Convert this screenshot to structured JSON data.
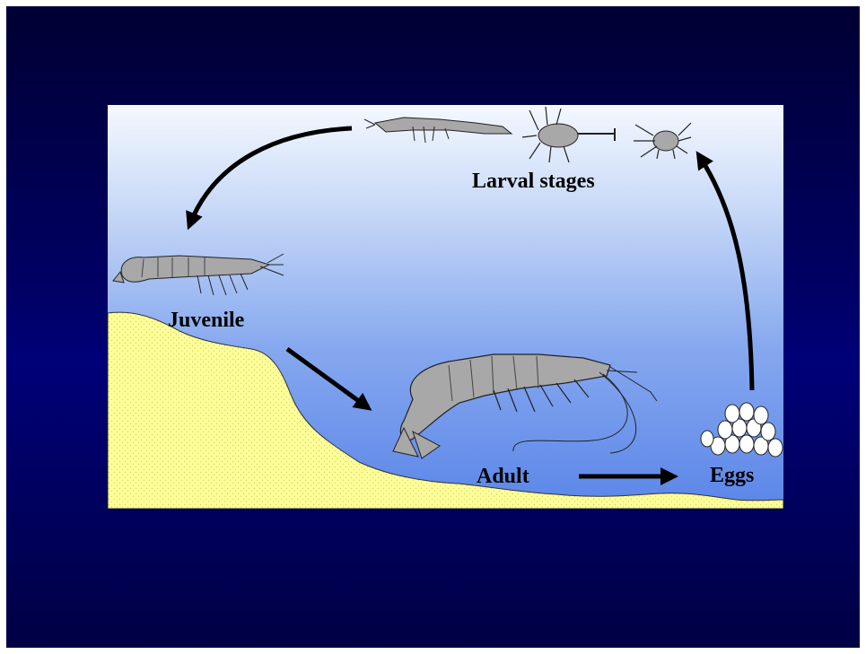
{
  "diagram": {
    "labels": {
      "larval": "Larval stages",
      "juvenile": "Juvenile",
      "adult": "Adult",
      "eggs": "Eggs"
    },
    "colors": {
      "slide_background": "#000066",
      "water_top": "#f4f8ff",
      "water_bottom": "#5b86e8",
      "sand": "#ffff99",
      "shrimp": "#a8a8a8",
      "arrows": "#000000"
    }
  }
}
